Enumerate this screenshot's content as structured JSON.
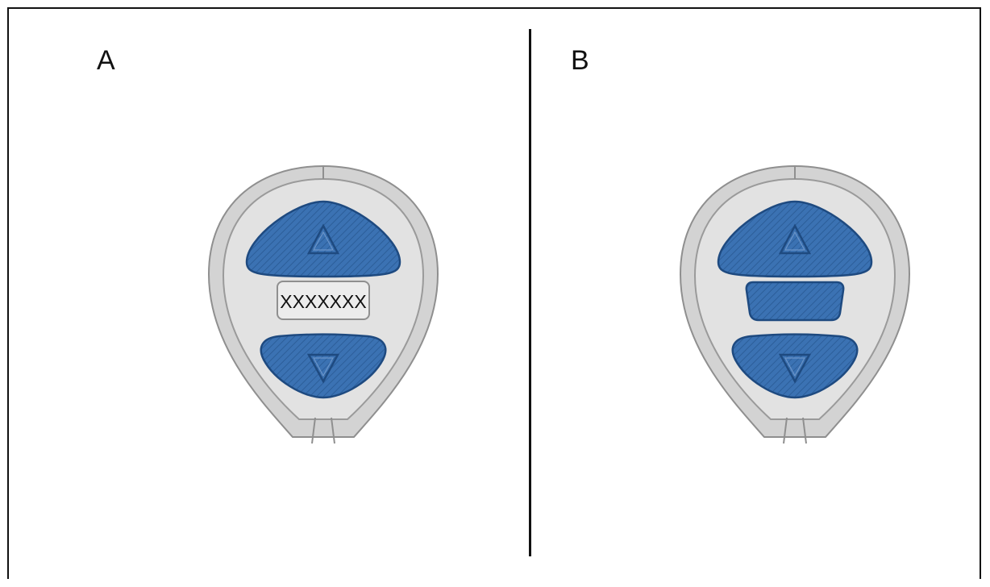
{
  "panels": [
    {
      "label": "A",
      "display_text": "XXXXXXX"
    },
    {
      "label": "B"
    }
  ],
  "colors": {
    "button_blue": "#3b72b3",
    "button_stripe": "#2c5e99",
    "button_outline": "#1e4a80",
    "body_outer": "#d3d3d3",
    "body_inner": "#e2e2e2",
    "body_outline": "#8f8f8f",
    "line": "#111111"
  },
  "icons": {
    "up": "up-triangle-icon",
    "down": "down-triangle-icon"
  }
}
